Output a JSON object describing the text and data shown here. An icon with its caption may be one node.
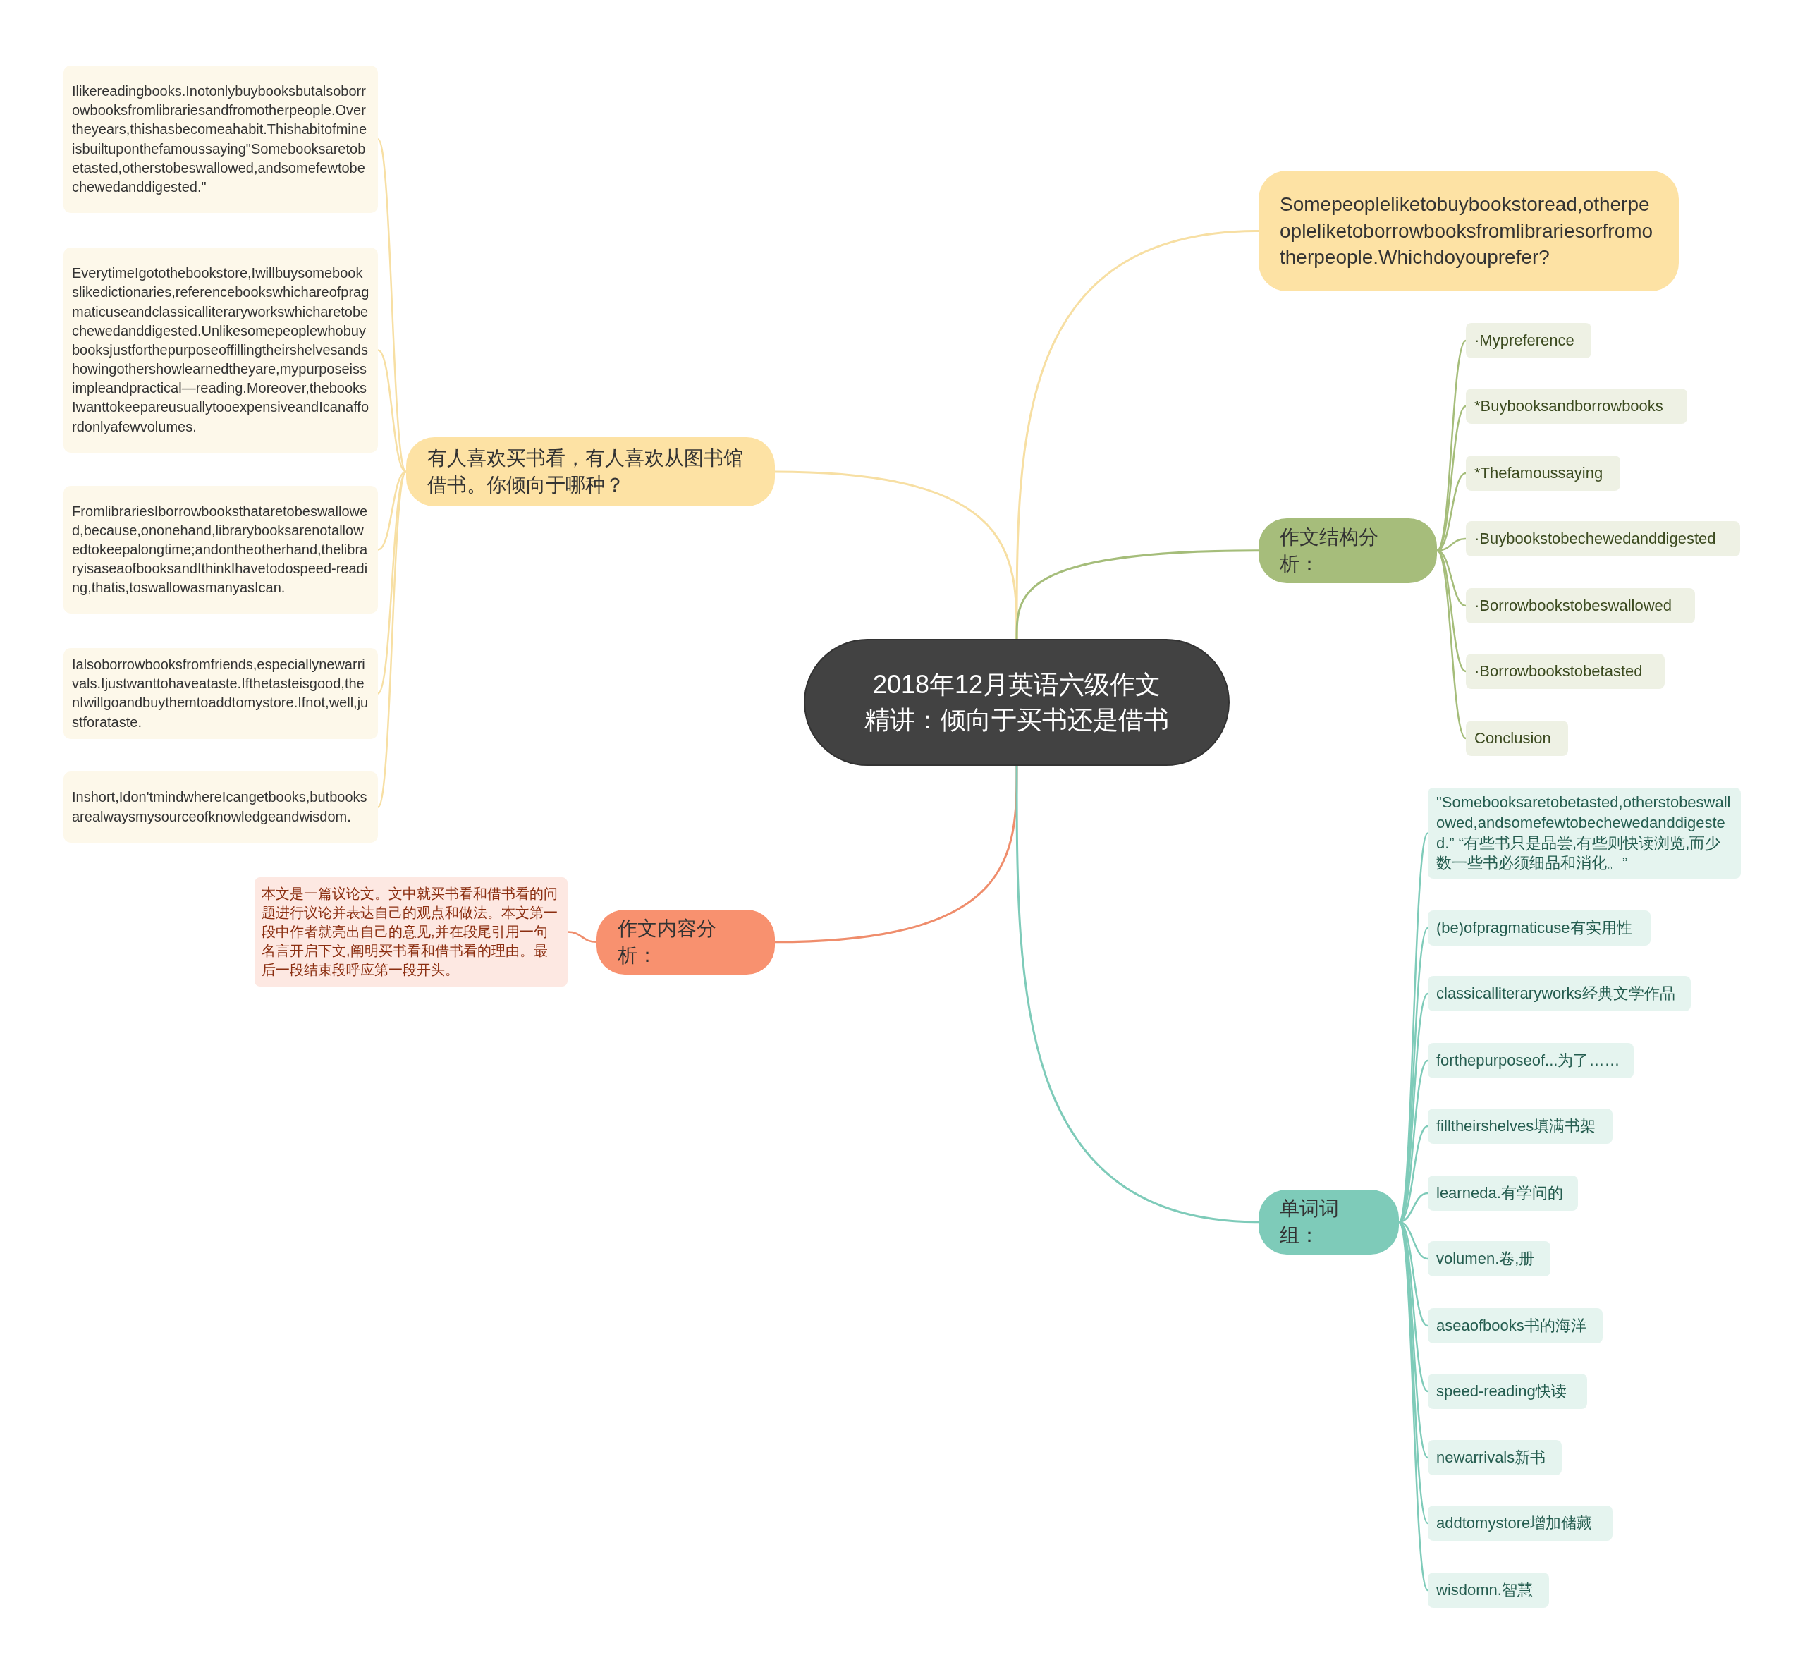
{
  "diagram": {
    "nodes": [
      {
        "text": [
          "2018年12月英语六级作文精讲：倾向于买书还是借书"
        ]
      },
      {
        "text": [
          "有人喜欢买书看，有人喜欢从图书馆借书。你倾向于哪种？"
        ]
      },
      {
        "text": [
          "Ilikereadingbooks.Inotonlybuybooksbutalsoborrowbooksfromlibrariesandfromotherpeople.Overtheyears,thishasbecomeahabit.Thishabitofmineisbuiltuponthefamoussaying\"Somebooksaretobetasted,otherstobeswallowed,andsomefewtobechewedanddigested.\""
        ]
      },
      {
        "text": [
          "EverytimeIgotothebookstore,Iwillbuysomebookslikedictionaries,referencebookswhichareofpragmaticuseandclassicalliteraryworkswhicharetobechewedanddigested.Unlikesomepeoplewhobuybooksjustforthepurposeoffillingtheirshelvesandshowingothershowlearnedtheyare,mypurposeissimpleandpractical—reading.Moreover,thebooksIwanttokeepareusuallytooexpensiveandIcanaffordonlyafewvolumes."
        ]
      },
      {
        "text": [
          "FromlibrariesIborrowbooksthataretobeswallowed,because,ononehand,librarybooksarenotallowedtokeepalongtime;andontheotherhand,thelibraryisaseaofbooksandIthinkIhavetodospeed-reading,thatis,toswallowasmanyasIcan."
        ]
      },
      {
        "text": [
          "Ialsoborrowbooksfromfriends,especiallynewarrivals.Ijustwanttohaveataste.Ifthetasteisgood,thenIwillgoandbuythemtoaddtomystore.Ifnot,well,justforataste."
        ]
      },
      {
        "text": [
          "Inshort,Idon'tmindwhereIcangetbooks,butbooksarealwaysmysourceofknowledgeandwisdom."
        ]
      },
      {
        "text": [
          "Somepeopleliketobuybookstoread,otherpeopleliketoborrowbooksfromlibrariesorfromotherpeople.Whichdoyouprefer?"
        ]
      },
      {
        "text": [
          "作文结构分析："
        ]
      },
      {
        "text": [
          "·Mypreference"
        ]
      },
      {
        "text": [
          "*Buybooksandborrowbooks"
        ]
      },
      {
        "text": [
          "*Thefamoussaying"
        ]
      },
      {
        "text": [
          "·Buybookstobechewedanddigested"
        ]
      },
      {
        "text": [
          "·Borrowbookstobeswallowed"
        ]
      },
      {
        "text": [
          "·Borrowbookstobetasted"
        ]
      },
      {
        "text": [
          "Conclusion"
        ]
      },
      {
        "text": [
          "作文内容分析："
        ]
      },
      {
        "text": [
          "本文是一篇议论文。文中就买书看和借书看的问题进行议论并表达自己的观点和做法。本文第一段中作者就亮出自己的意见,并在段尾引用一句名言开启下文,阐明买书看和借书看的理由。最后一段结束段呼应第一段开头。"
        ]
      },
      {
        "text": [
          "单词词组："
        ]
      },
      {
        "text": [
          "\"Somebooksaretobetasted,otherstobeswallowed,andsomefewtobechewedanddigested.” “有些书只是品尝,有些则快读浏览,而少数一些书必须细品和消化。”"
        ]
      },
      {
        "text": [
          "(be)ofpragmaticuse有实用性"
        ]
      },
      {
        "text": [
          "classicalliteraryworks经典文学作品"
        ]
      },
      {
        "text": [
          "forthepurposeof...为了……"
        ]
      },
      {
        "text": [
          "filltheirshelves填满书架"
        ]
      },
      {
        "text": [
          "learneda.有学问的"
        ]
      },
      {
        "text": [
          "volumen.卷,册"
        ]
      },
      {
        "text": [
          "aseaofbooks书的海洋"
        ]
      },
      {
        "text": [
          "speed-reading快读"
        ]
      },
      {
        "text": [
          "newarrivals新书"
        ]
      },
      {
        "text": [
          "addtomystore增加储藏"
        ]
      },
      {
        "text": [
          "wisdomn.智慧"
        ]
      }
    ],
    "edges": [
      {
        "from": 0,
        "to": 1,
        "arrow": "none",
        "color": "#f7dfa3"
      },
      {
        "from": 1,
        "to": 2,
        "arrow": "none",
        "color": "#f7dfa3"
      },
      {
        "from": 1,
        "to": 3,
        "arrow": "none",
        "color": "#f7dfa3"
      },
      {
        "from": 1,
        "to": 4,
        "arrow": "none",
        "color": "#f7dfa3"
      },
      {
        "from": 1,
        "to": 5,
        "arrow": "none",
        "color": "#f7dfa3"
      },
      {
        "from": 1,
        "to": 6,
        "arrow": "none",
        "color": "#f7dfa3"
      },
      {
        "from": 0,
        "to": 7,
        "arrow": "none",
        "color": "#f7dfa3"
      },
      {
        "from": 0,
        "to": 8,
        "arrow": "none",
        "color": "#a5bd7a"
      },
      {
        "from": 8,
        "to": 9,
        "arrow": "none",
        "color": "#a5bd7a"
      },
      {
        "from": 8,
        "to": 10,
        "arrow": "none",
        "color": "#a5bd7a"
      },
      {
        "from": 8,
        "to": 11,
        "arrow": "none",
        "color": "#a5bd7a"
      },
      {
        "from": 8,
        "to": 12,
        "arrow": "none",
        "color": "#a5bd7a"
      },
      {
        "from": 8,
        "to": 13,
        "arrow": "none",
        "color": "#a5bd7a"
      },
      {
        "from": 8,
        "to": 14,
        "arrow": "none",
        "color": "#a5bd7a"
      },
      {
        "from": 8,
        "to": 15,
        "arrow": "none",
        "color": "#a5bd7a"
      },
      {
        "from": 0,
        "to": 16,
        "arrow": "none",
        "color": "#ef8d6c"
      },
      {
        "from": 16,
        "to": 17,
        "arrow": "none",
        "color": "#ef8d6c"
      },
      {
        "from": 0,
        "to": 18,
        "arrow": "none"
      },
      {
        "from": 18,
        "to": 19,
        "arrow": "none"
      },
      {
        "from": 18,
        "to": 20,
        "arrow": "none"
      },
      {
        "from": 18,
        "to": 21,
        "arrow": "none"
      },
      {
        "from": 18,
        "to": 22,
        "arrow": "none"
      },
      {
        "from": 18,
        "to": 23,
        "arrow": "none"
      },
      {
        "from": 18,
        "to": 24,
        "arrow": "none"
      },
      {
        "from": 18,
        "to": 25,
        "arrow": "none"
      },
      {
        "from": 18,
        "to": 26,
        "arrow": "none"
      },
      {
        "from": 18,
        "to": 27,
        "arrow": "none"
      },
      {
        "from": 18,
        "to": 28,
        "arrow": "none"
      },
      {
        "from": 18,
        "to": 29,
        "arrow": "none"
      },
      {
        "from": 18,
        "to": 30,
        "arrow": "none"
      }
    ]
  }
}
